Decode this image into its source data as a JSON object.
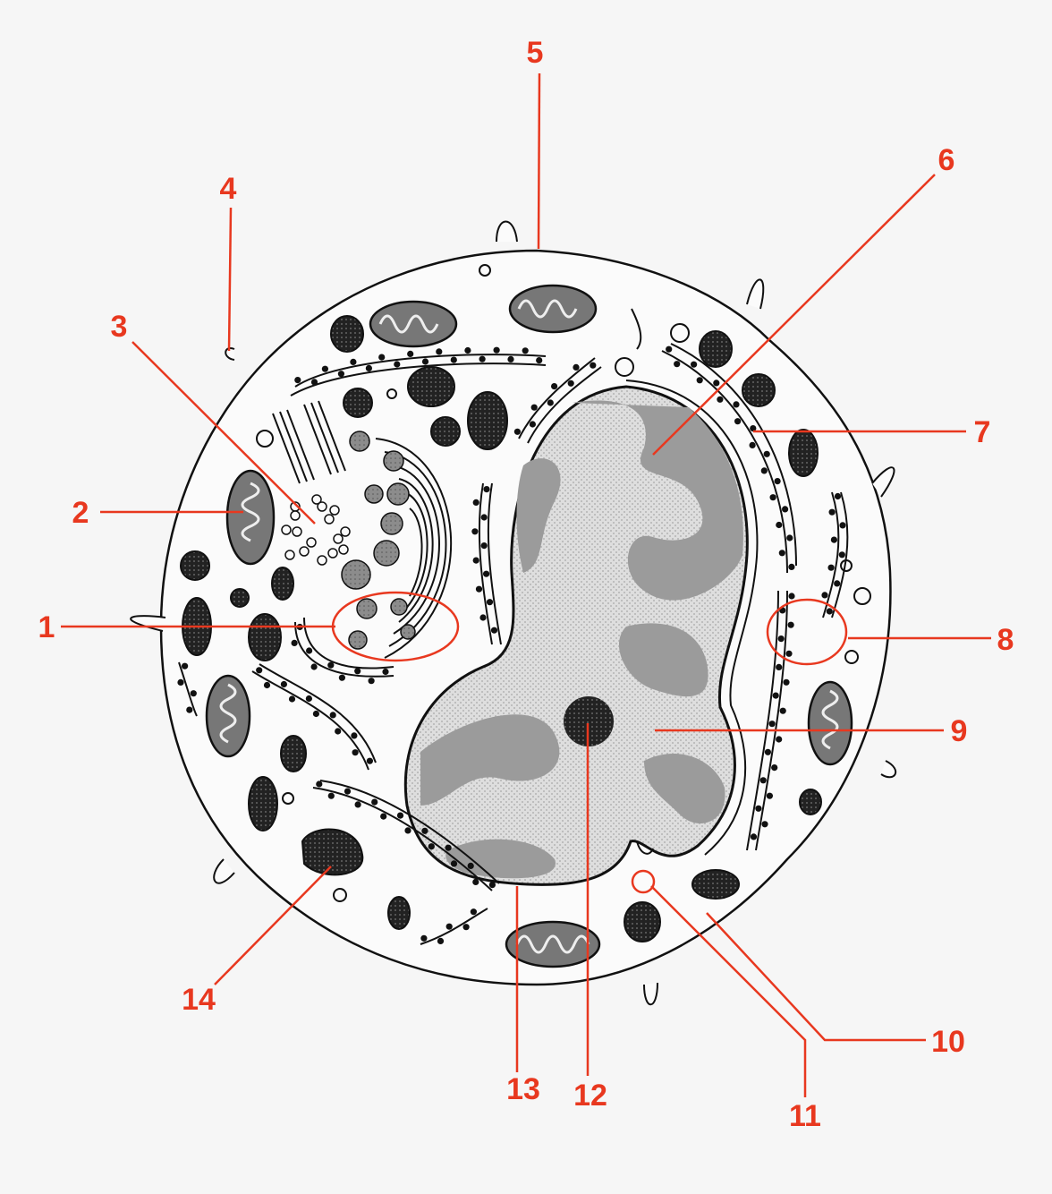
{
  "colors": {
    "background": "#f6f6f6",
    "label": "#e8381f",
    "outline": "#111111",
    "nucleoplasm": "#d9d9d9",
    "chromatin": "#9b9b9b",
    "organelle_fill": "#9a9a9a"
  },
  "labels": [
    {
      "id": "1",
      "text": "1"
    },
    {
      "id": "2",
      "text": "2"
    },
    {
      "id": "3",
      "text": "3"
    },
    {
      "id": "4",
      "text": "4"
    },
    {
      "id": "5",
      "text": "5"
    },
    {
      "id": "6",
      "text": "6"
    },
    {
      "id": "7",
      "text": "7"
    },
    {
      "id": "8",
      "text": "8"
    },
    {
      "id": "9",
      "text": "9"
    },
    {
      "id": "10",
      "text": "10"
    },
    {
      "id": "11",
      "text": "11"
    },
    {
      "id": "12",
      "text": "12"
    },
    {
      "id": "13",
      "text": "13"
    },
    {
      "id": "14",
      "text": "14"
    }
  ]
}
